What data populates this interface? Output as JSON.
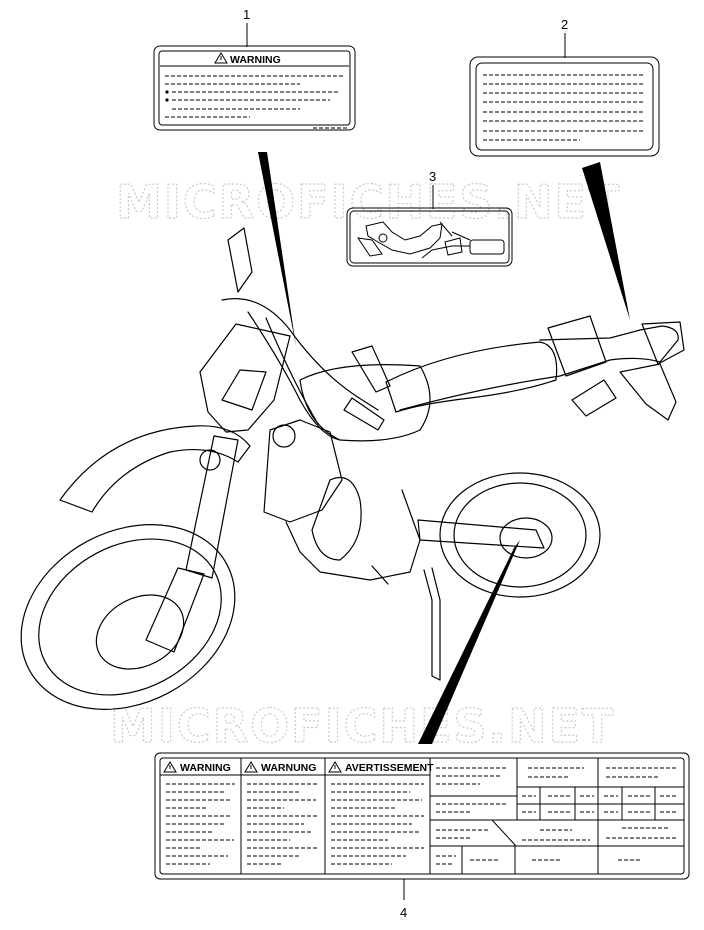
{
  "watermarks": [
    "MICROFICHES.NET",
    "MICROFICHES.NET"
  ],
  "callouts": [
    "1",
    "2",
    "3",
    "4"
  ],
  "label1": {
    "header": "WARNING"
  },
  "label4": {
    "headers": [
      "WARNING",
      "WARNUNG",
      "AVERTISSEMENT"
    ]
  }
}
